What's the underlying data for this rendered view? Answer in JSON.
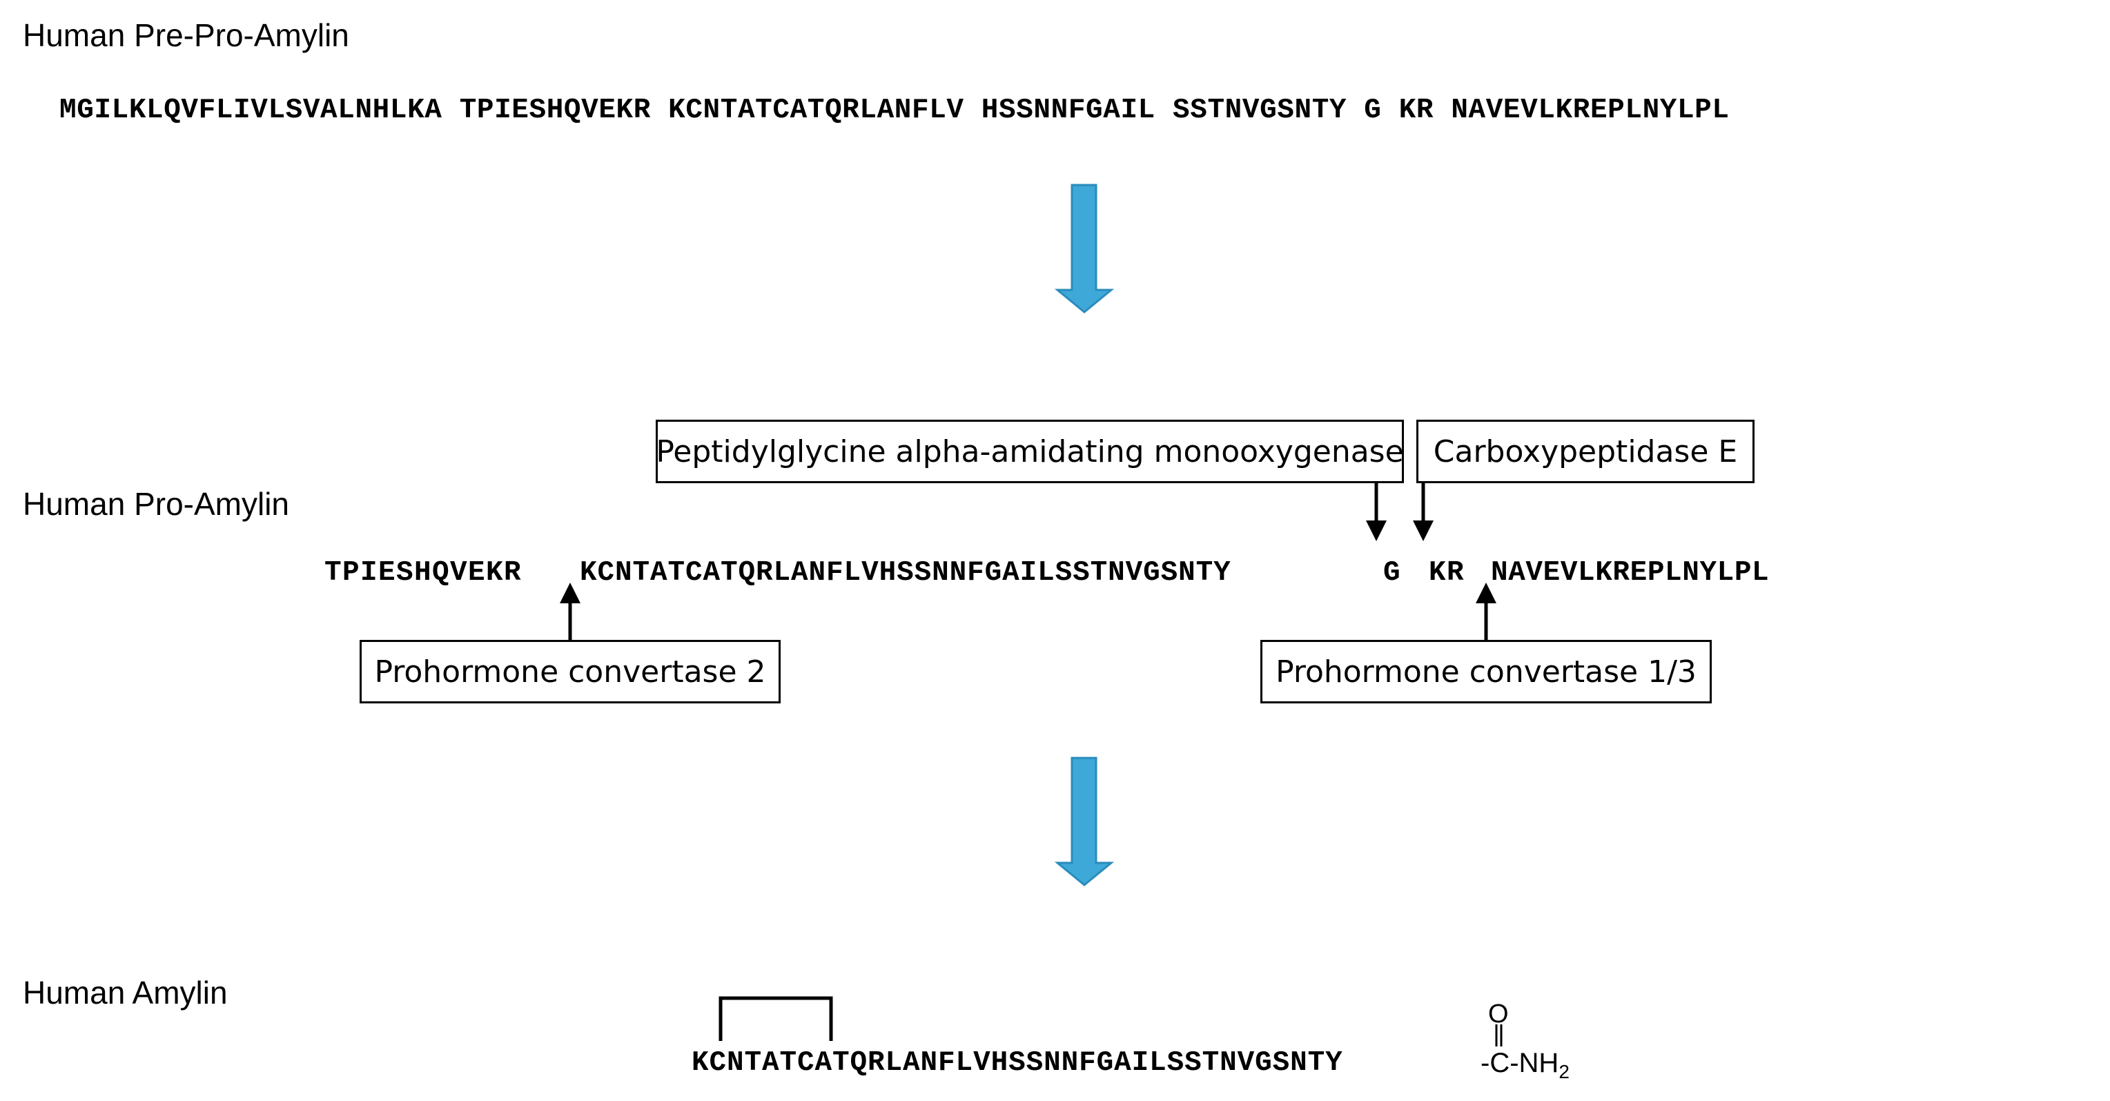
{
  "labels": {
    "prepro": "Human Pre-Pro-Amylin",
    "pro": "Human Pro-Amylin",
    "mature": "Human Amylin"
  },
  "sequences": {
    "prepro": "MGILKLQVFLIVLSVALNHLKA TPIESHQVEKR KCNTATCATQRLANFLV HSSNNFGAIL SSTNVGSNTY G KR NAVEVLKREPLNYLPL",
    "pro": {
      "part1": "TPIESHQVEKR",
      "part2": "KCNTATCATQRLANFLVHSSNNFGAILSSTNVGSNTY",
      "part3": "G",
      "part4": "KR",
      "part5": "NAVEVLKREPLNYLPL"
    },
    "mature": "KCNTATCATQRLANFLVHSSNNFGAILSSTNVGSNTY"
  },
  "enzymes": {
    "pam": "Peptidylglycine alpha-amidating monooxygenase",
    "cpe": "Carboxypeptidase E",
    "pc2": "Prohormone convertase 2",
    "pc13": "Prohormone convertase 1/3"
  },
  "amide": {
    "oxygen": "O",
    "dash_c": "-C-NH",
    "subscript": "2"
  },
  "colors": {
    "flow_arrow_fill": "#3ea8d8",
    "flow_arrow_stroke": "#2a8cbc",
    "line": "#000000"
  }
}
